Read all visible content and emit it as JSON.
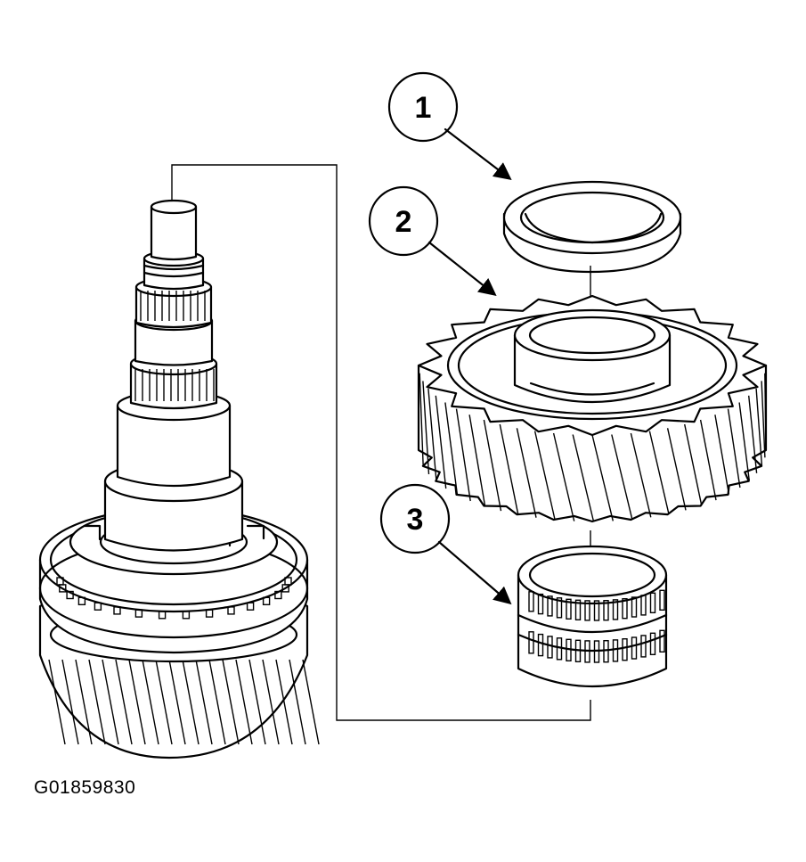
{
  "callouts": [
    {
      "label": "1",
      "part": "thrust-washer"
    },
    {
      "label": "2",
      "part": "helical-gear"
    },
    {
      "label": "3",
      "part": "needle-bearing"
    }
  ],
  "figure_id": "G01859830"
}
